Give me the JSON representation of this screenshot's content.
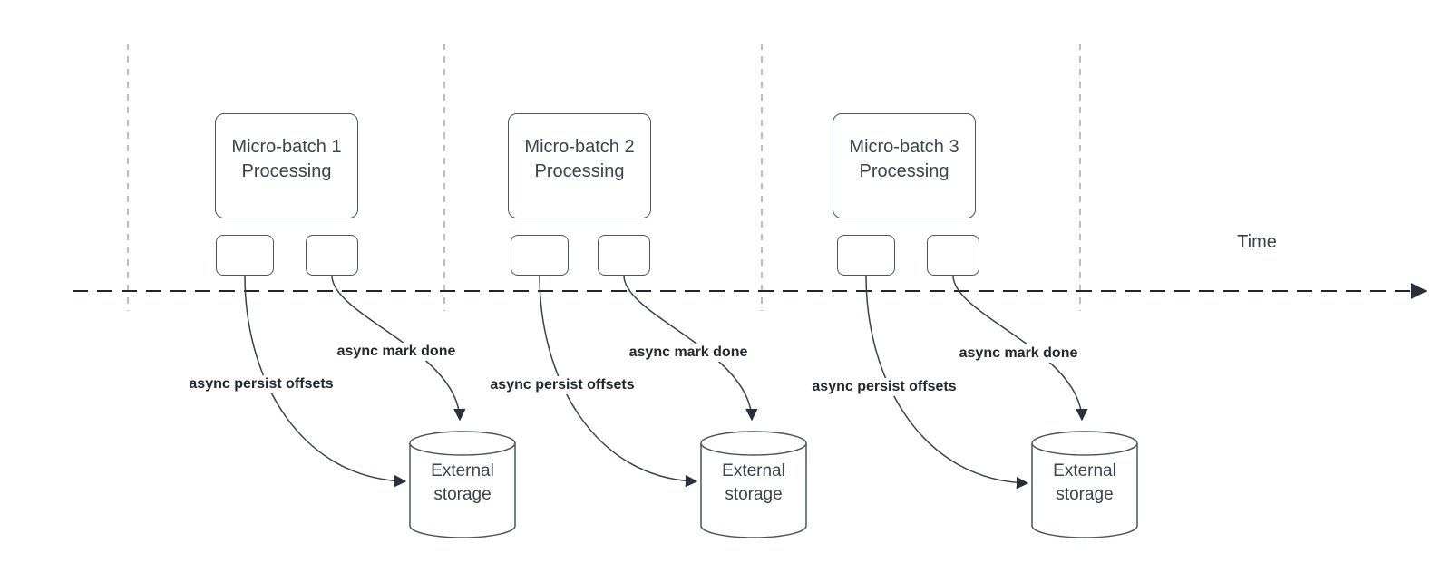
{
  "diagram": {
    "time_label": "Time",
    "batches": [
      {
        "title": "Micro-batch 1",
        "subtitle": "Processing",
        "persist_label": "async persist offsets",
        "done_label": "async mark done",
        "storage_title": "External",
        "storage_subtitle": "storage"
      },
      {
        "title": "Micro-batch 2",
        "subtitle": "Processing",
        "persist_label": "async persist offsets",
        "done_label": "async mark done",
        "storage_title": "External",
        "storage_subtitle": "storage"
      },
      {
        "title": "Micro-batch 3",
        "subtitle": "Processing",
        "persist_label": "async persist offsets",
        "done_label": "async mark done",
        "storage_title": "External",
        "storage_subtitle": "storage"
      }
    ],
    "colors": {
      "shape_stroke": "#4d545e",
      "arrow_stroke": "#3a414c",
      "arrowhead_fill": "#2a303a",
      "gridline": "#a8a8a8",
      "timeline": "#20252c",
      "bold_label_text": "#222831",
      "body_text": "#3a434e"
    }
  }
}
